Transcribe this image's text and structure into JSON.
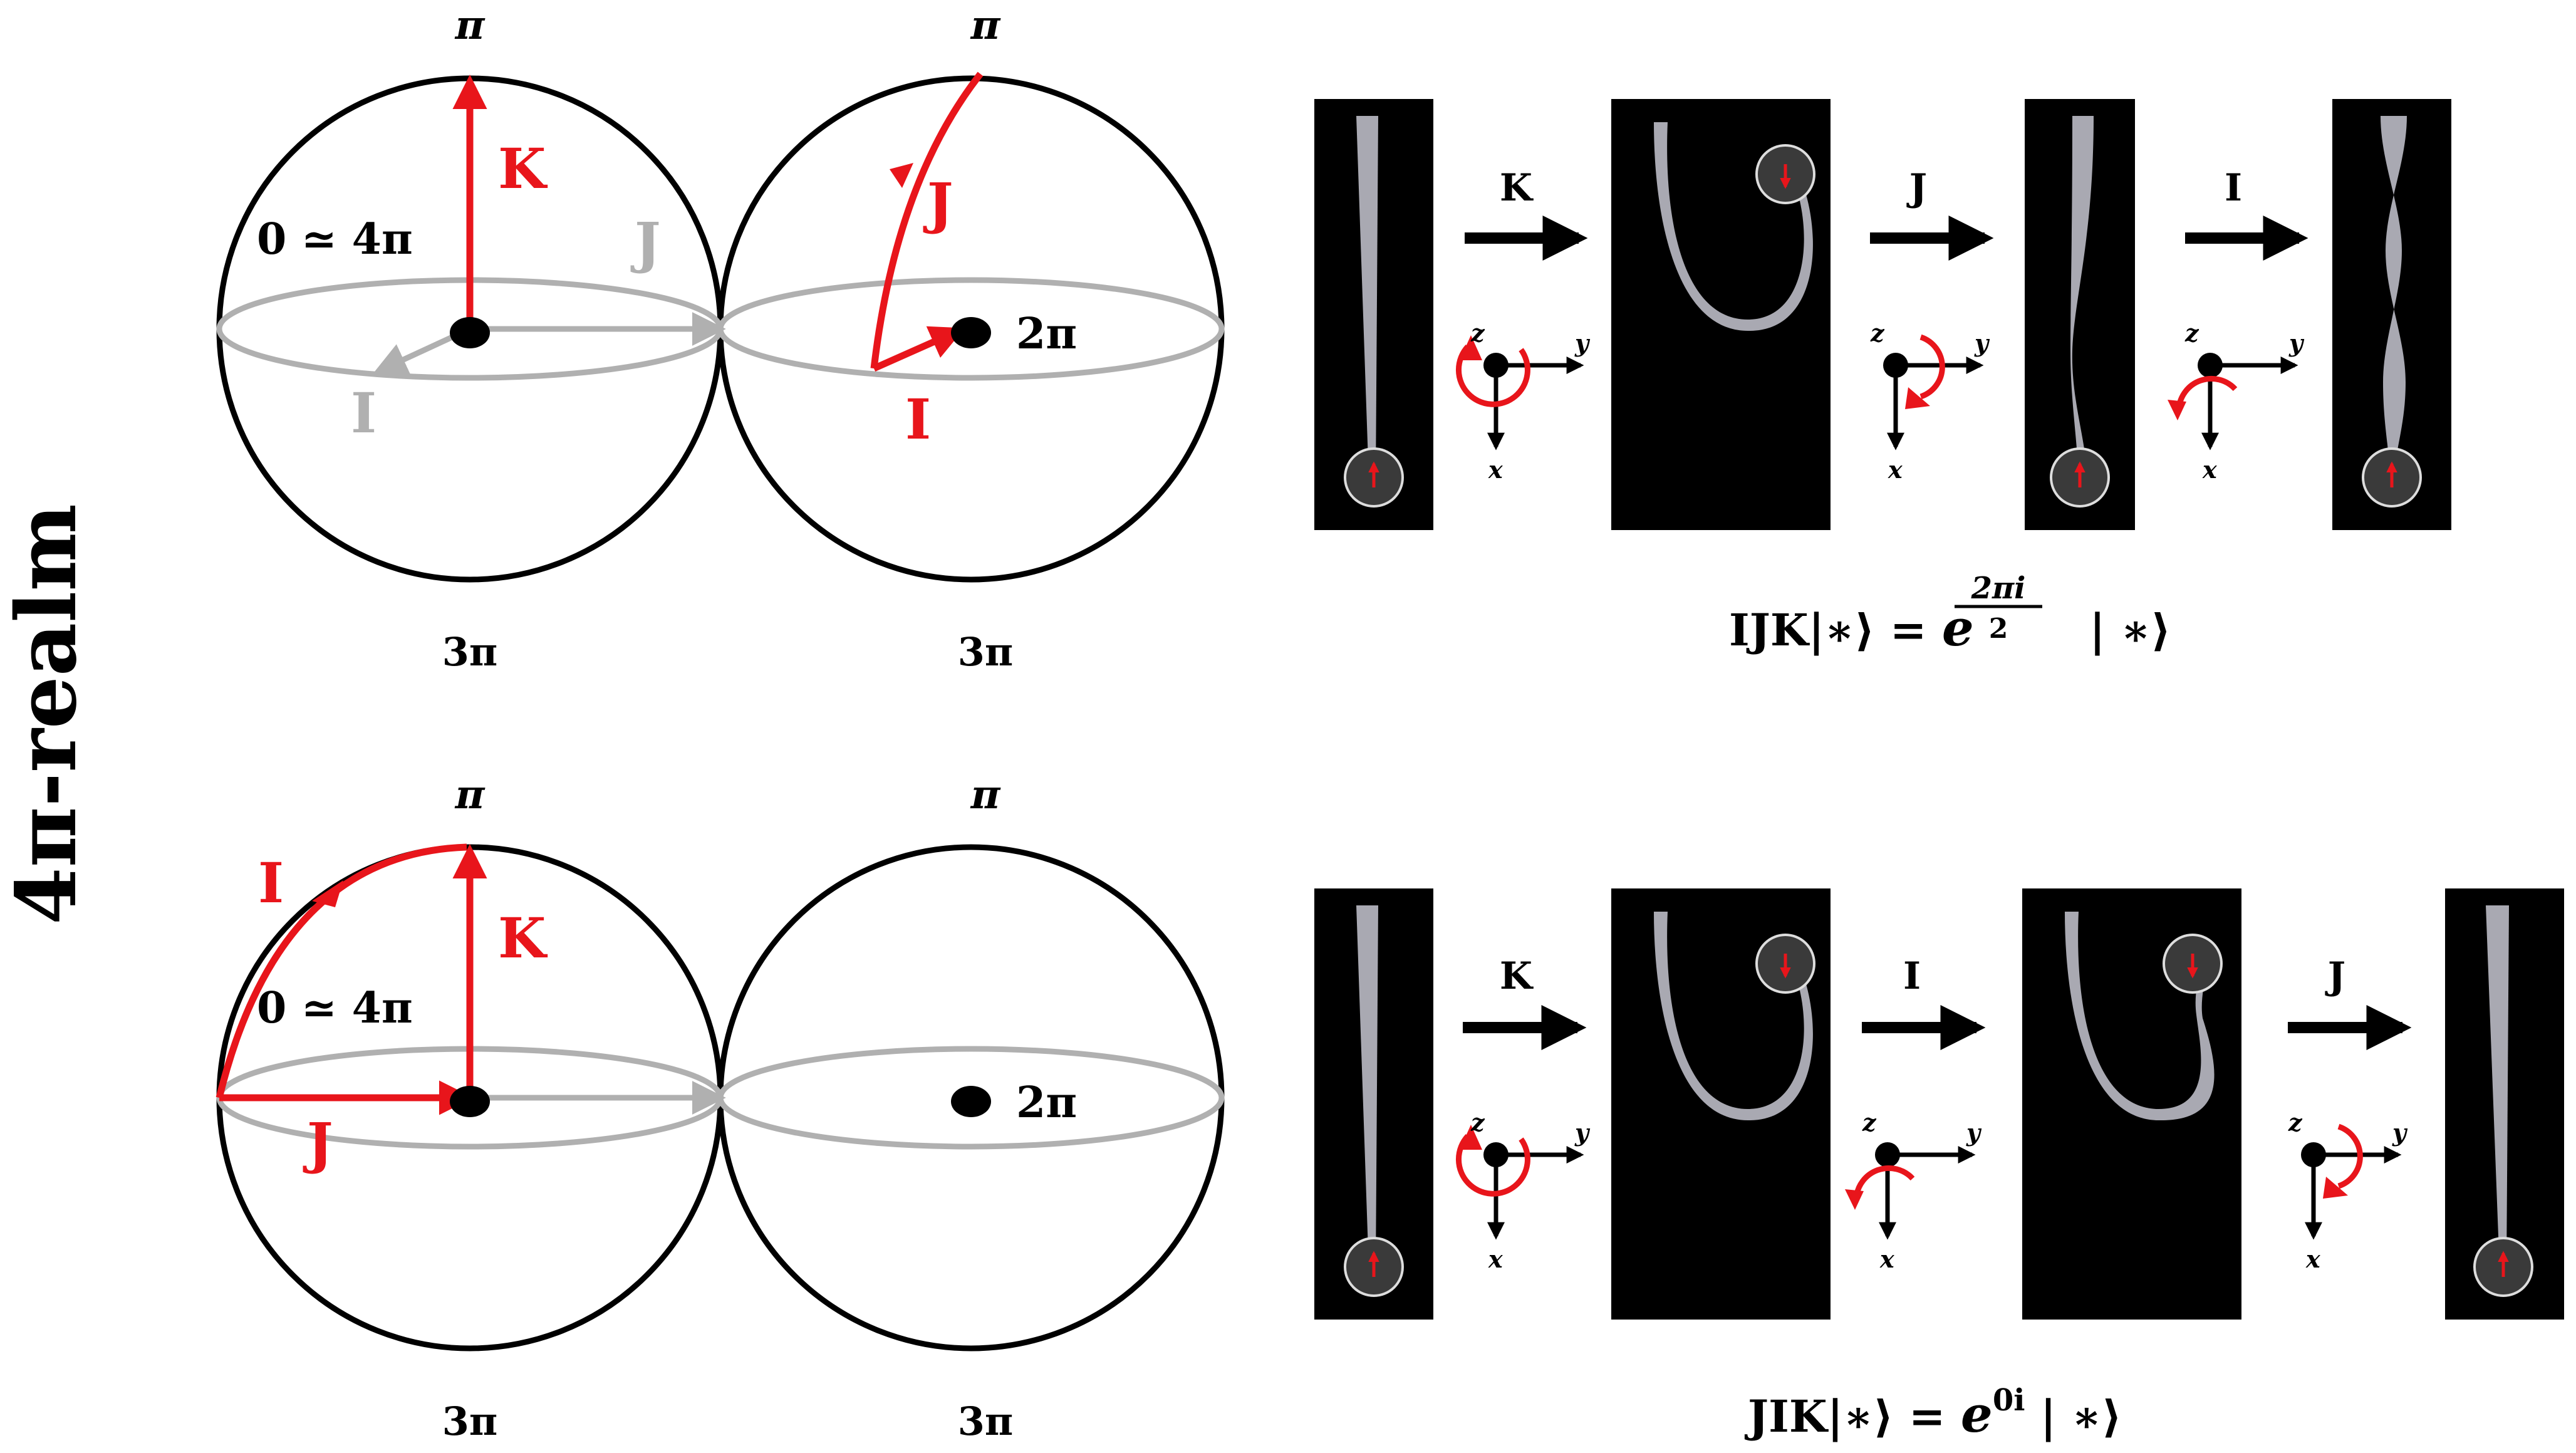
{
  "side_label": "4π-realm",
  "sphere_labels": {
    "top": "π",
    "bottom": "3π",
    "origin": "0 ≃ 4π",
    "center_right": "2π"
  },
  "rotation_labels": {
    "i": "I",
    "j": "J",
    "k": "K"
  },
  "axis_labels": {
    "x": "x",
    "y": "y",
    "z": "z"
  },
  "colors": {
    "active": "#e8151b",
    "inactive": "#b0b0b0",
    "ribbon": "#a9a9b2",
    "panel": "#000000",
    "ink": "#000000"
  },
  "rows": [
    {
      "sequence": [
        "K",
        "J",
        "I"
      ],
      "equation": {
        "lhs": "IJK|∗⟩ = ",
        "base": "e",
        "num": "2πi",
        "den": "2",
        "rhs": " | ∗⟩"
      }
    },
    {
      "sequence": [
        "K",
        "I",
        "J"
      ],
      "equation": {
        "lhs": "JIK|∗⟩ = ",
        "base": "e",
        "exp": "0i",
        "rhs": " | ∗⟩"
      }
    }
  ]
}
